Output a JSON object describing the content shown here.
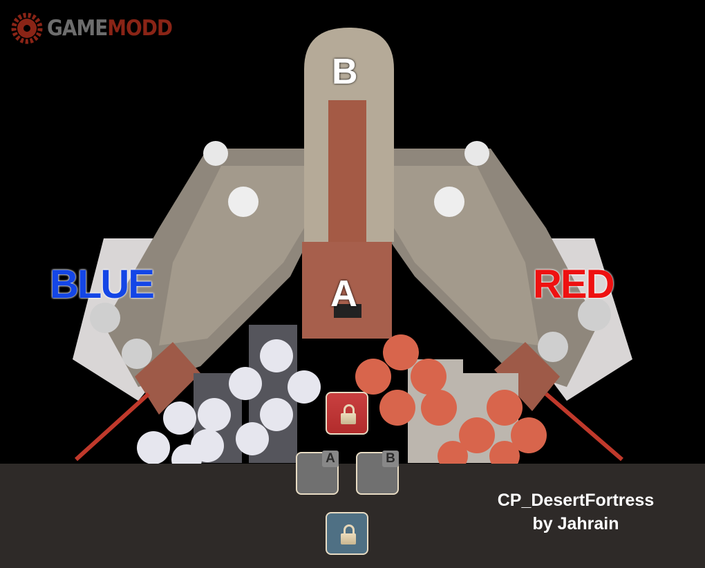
{
  "logo": {
    "brand_part1": "GAME",
    "brand_part2": "MODD"
  },
  "map": {
    "point_labels": {
      "b": "B",
      "a": "A"
    },
    "team_labels": {
      "blue": "BLUE",
      "red": "RED"
    },
    "colors": {
      "blue": "#1446e6",
      "red": "#ee1111",
      "bar": "#2e2a28"
    }
  },
  "hud": {
    "control_points": [
      {
        "id": "red-lock",
        "state": "locked",
        "team": "red",
        "icon": "lock-icon"
      },
      {
        "id": "a",
        "label": "A",
        "state": "neutral"
      },
      {
        "id": "b",
        "label": "B",
        "state": "neutral"
      },
      {
        "id": "blue-lock",
        "state": "locked",
        "team": "blue",
        "icon": "lock-icon"
      }
    ],
    "map_name": "CP_DesertFortress",
    "author": "by Jahrain"
  }
}
